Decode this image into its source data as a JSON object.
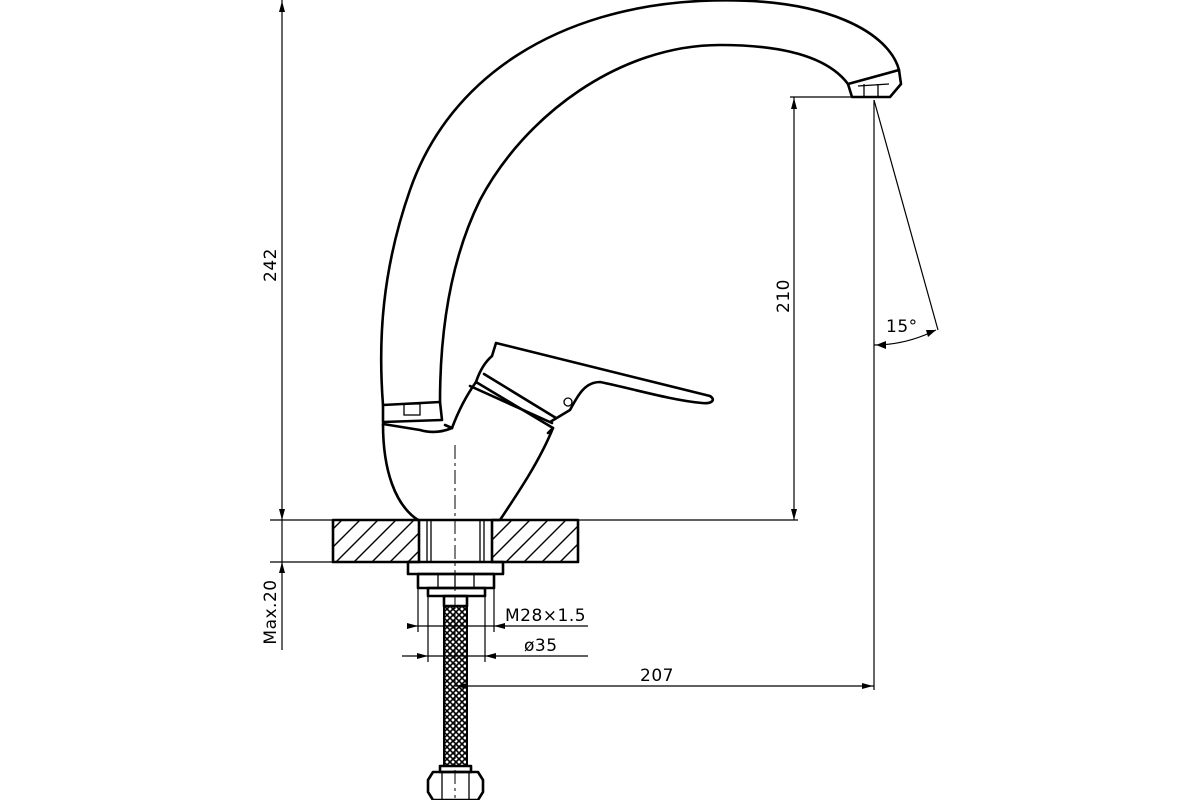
{
  "dimensions": {
    "total_height": "242",
    "spout_height": "210",
    "reach": "207",
    "spout_angle": "15°",
    "max_thickness": "Max.20",
    "thread": "M28×1.5",
    "diameter": "ø35"
  }
}
